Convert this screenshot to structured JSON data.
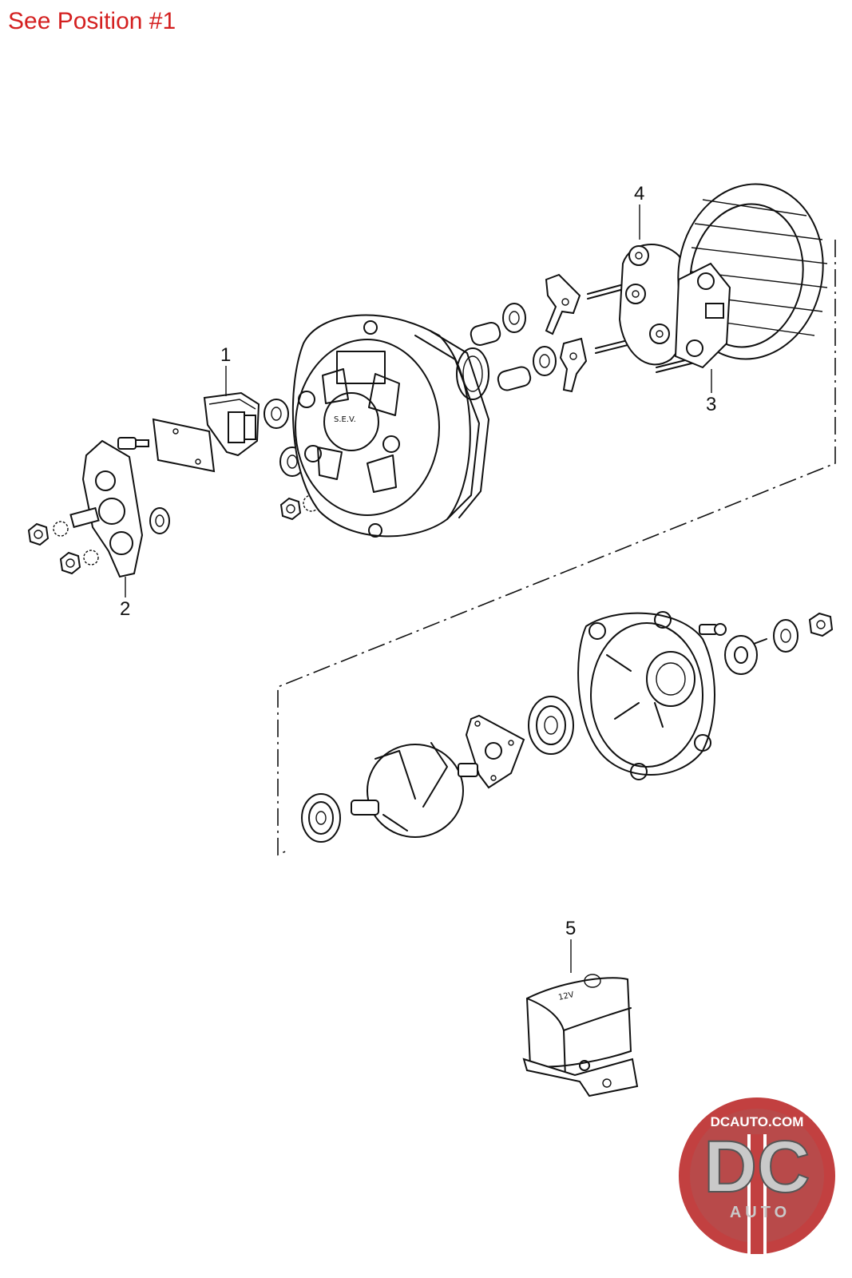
{
  "header": {
    "note": "See Position #1"
  },
  "callouts": [
    {
      "id": "1",
      "label": "1"
    },
    {
      "id": "2",
      "label": "2"
    },
    {
      "id": "3",
      "label": "3"
    },
    {
      "id": "4",
      "label": "4"
    },
    {
      "id": "5",
      "label": "5"
    }
  ],
  "logo": {
    "site": "DCAUTO.COM",
    "mark": "DC",
    "sub": "AUTO",
    "colors": {
      "ring": "#c24040",
      "inner": "#b84a4a",
      "stripe": "#ffffff"
    }
  }
}
